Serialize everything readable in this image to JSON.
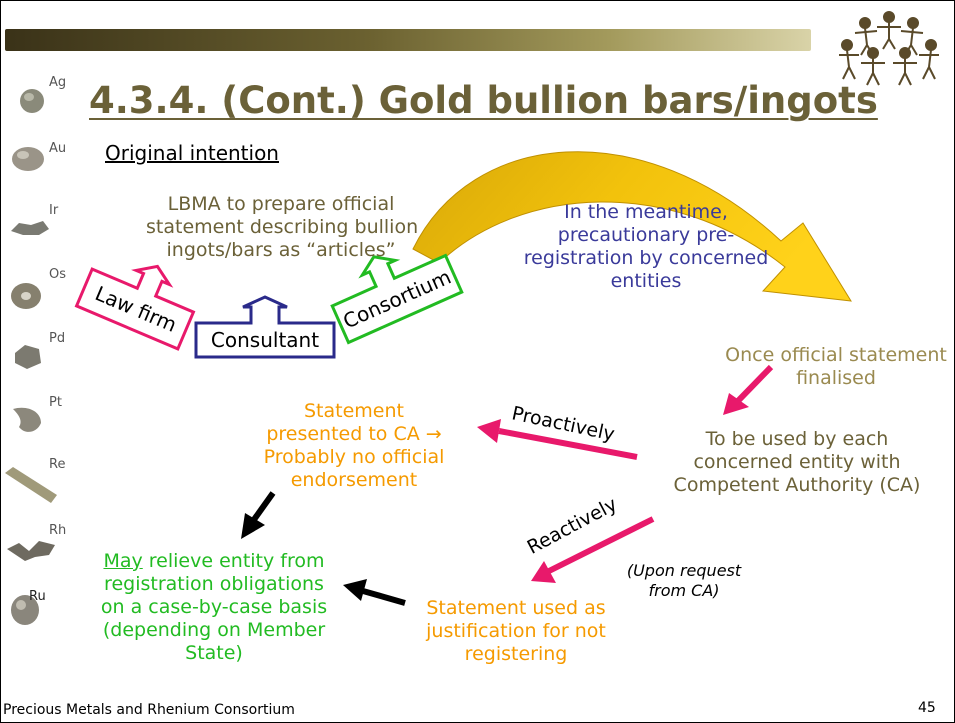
{
  "title": "4.3.4. (Cont.) Gold bullion bars/ingots",
  "subtitle": "Original intention",
  "lbma_text": [
    "LBMA to prepare official",
    "statement describing bullion",
    "ingots/bars as “articles”"
  ],
  "meantime_text": [
    "In the meantime,",
    "precautionary pre-",
    "registration by concerned",
    "entities"
  ],
  "boxes": {
    "law_firm": "Law firm",
    "consultant": "Consultant",
    "consortium": "Consortium"
  },
  "once_text": [
    "Once official statement",
    "finalised"
  ],
  "to_be_used_text": [
    "To be used by each",
    "concerned entity with",
    "Competent Authority (CA)"
  ],
  "statement_presented_text": [
    "Statement",
    "presented to CA →",
    "Probably no official",
    "endorsement"
  ],
  "proactively": "Proactively",
  "reactively": "Reactively",
  "upon_request_text": [
    "(Upon request",
    "from CA)"
  ],
  "statement_used_text": [
    "Statement used as",
    "justification for not",
    "registering"
  ],
  "may_relieve": {
    "may": "May",
    "rest_first_line": " relieve entity from",
    "lines": [
      "registration obligations",
      "on a case-by-case basis",
      "(depending on Member",
      "State)"
    ]
  },
  "elements": [
    "Ag",
    "Au",
    "Ir",
    "Os",
    "Pd",
    "Pt",
    "Re",
    "Rh",
    "Ru"
  ],
  "footer": "Precious Metals and Rhenium Consortium",
  "page_number": "45",
  "colors": {
    "olive": "#6b6138",
    "blue": "#3a3a9a",
    "orange": "#f59a00",
    "green": "#22bb22",
    "pink": "#e8196b",
    "gold": "#d4aa10",
    "navy": "#2a2a8a"
  }
}
